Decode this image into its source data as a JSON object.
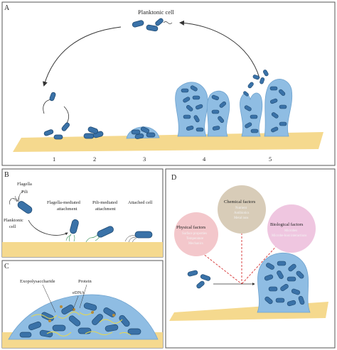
{
  "colors": {
    "bacteria": "#3a72a8",
    "bacteria_dark": "#1f4a72",
    "biofilm": "#8fbde3",
    "surface": "#f5d98e",
    "chemical_circle": "#d8ccb8",
    "physical_circle": "#f3c7cb",
    "biological_circle": "#efc6e0",
    "dashed_line": "#d63030",
    "eps_yellow": "#e9d84a"
  },
  "panel_a": {
    "letter": "A",
    "title": "Planktonic cell",
    "stages": [
      "1",
      "2",
      "3",
      "4",
      "5"
    ]
  },
  "panel_b": {
    "letter": "B",
    "flagella": "Flagella",
    "pili": "Pili",
    "planktonic_line1": "Planktonic",
    "planktonic_line2": "cell",
    "flagella_mediated_line1": "Flagella-mediated",
    "flagella_mediated_line2": "attachment",
    "pili_mediated_line1": "Pili-mediated",
    "pili_mediated_line2": "attachment",
    "attached_cell": "Attached cell"
  },
  "panel_c": {
    "letter": "C",
    "exopolysaccharide": "Exopolysaccharide",
    "protein": "Protein",
    "edna": "eDNA"
  },
  "panel_d": {
    "letter": "D",
    "chemical": {
      "title": "Chemical factors",
      "items": [
        "Nutrient",
        "Antibiotics",
        "Metal ions"
      ]
    },
    "physical": {
      "title": "Physical factors",
      "items": [
        "Surface properties",
        "Temperature",
        "Mechanics"
      ]
    },
    "biological": {
      "title": "Biological factors",
      "items": [
        "Microbes",
        "Microbe-host interactions"
      ]
    }
  }
}
